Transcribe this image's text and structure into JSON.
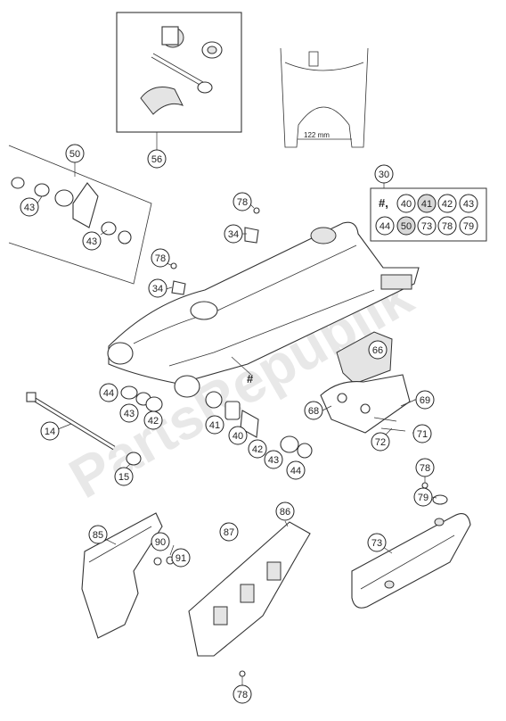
{
  "watermark": "PartsRepublik",
  "dimension_label": "122 mm",
  "set_label": "#,",
  "hash_marker": "#",
  "callouts": {
    "c50": "50",
    "c43a": "43",
    "c43b": "43",
    "c56": "56",
    "c30": "30",
    "c40": "40",
    "c41": "41",
    "c42": "42",
    "c43s": "43",
    "c44": "44",
    "c50s": "50",
    "c73s": "73",
    "c78s": "78",
    "c79s": "79",
    "c78a": "78",
    "c34a": "34",
    "c78b": "78",
    "c34b": "34",
    "c66": "66",
    "c44a": "44",
    "c43c": "43",
    "c42a": "42",
    "c41a": "41",
    "c40a": "40",
    "c42b": "42",
    "c43d": "43",
    "c44b": "44",
    "c68": "68",
    "c69": "69",
    "c72": "72",
    "c71": "71",
    "c14": "14",
    "c15": "15",
    "c78c": "78",
    "c79": "79",
    "c85": "85",
    "c86": "86",
    "c87": "87",
    "c90": "90",
    "c91": "91",
    "c73": "73",
    "c78d": "78"
  }
}
